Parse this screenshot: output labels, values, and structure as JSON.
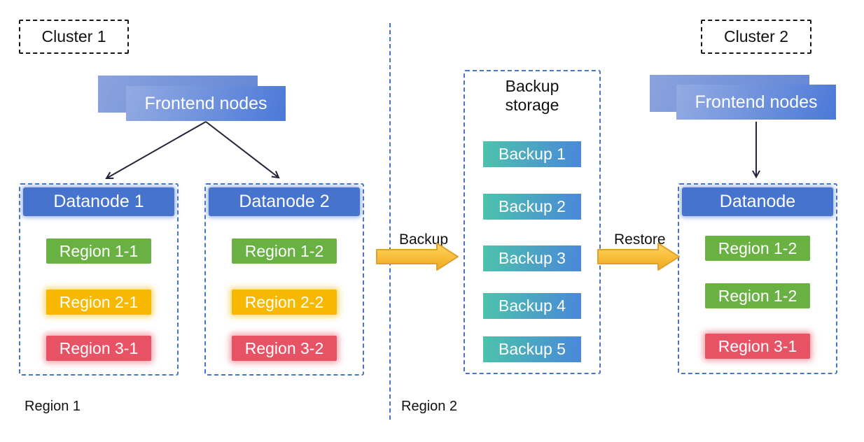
{
  "clusters": {
    "cluster1": {
      "label": "Cluster 1",
      "frontend_label": "Frontend nodes",
      "datanodes": [
        {
          "title": "Datanode 1",
          "regions": [
            {
              "label": "Region 1-1",
              "color": "green"
            },
            {
              "label": "Region 2-1",
              "color": "yellow"
            },
            {
              "label": "Region 3-1",
              "color": "red"
            }
          ]
        },
        {
          "title": "Datanode 2",
          "regions": [
            {
              "label": "Region 1-2",
              "color": "green"
            },
            {
              "label": "Region 2-2",
              "color": "yellow"
            },
            {
              "label": "Region 3-2",
              "color": "red"
            }
          ]
        }
      ]
    },
    "cluster2": {
      "label": "Cluster 2",
      "frontend_label": "Frontend nodes",
      "datanodes": [
        {
          "title": "Datanode",
          "regions": [
            {
              "label": "Region 1-2",
              "color": "green"
            },
            {
              "label": "Region 1-2",
              "color": "green"
            },
            {
              "label": "Region 3-1",
              "color": "red"
            }
          ]
        }
      ]
    }
  },
  "backup_storage": {
    "title": "Backup storage",
    "items": [
      "Backup 1",
      "Backup 2",
      "Backup 3",
      "Backup 4",
      "Backup 5"
    ]
  },
  "flows": {
    "backup": "Backup",
    "restore": "Restore"
  },
  "zone_labels": {
    "left": "Region 1",
    "right": "Region 2"
  },
  "colors": {
    "container-dash-blue": "#4477c9",
    "node-blue": "#4673cb",
    "region-green": "#6ab143",
    "region-yellow": "#f6b800",
    "region-red": "#e85265",
    "backup-teal": "#4cc3ab",
    "backup-blue": "#4a87da",
    "frontend-light": "#94abe2",
    "frontend-dark": "#4b79d7",
    "frontend-back-light": "#8ba2dd",
    "frontend-back-dark": "#6487d6",
    "arrow-gold-light": "#ffd65e",
    "arrow-gold-dark": "#f0a81d",
    "arrow-gold-stroke": "#dfa02f",
    "arrow-dark": "#23233a"
  }
}
